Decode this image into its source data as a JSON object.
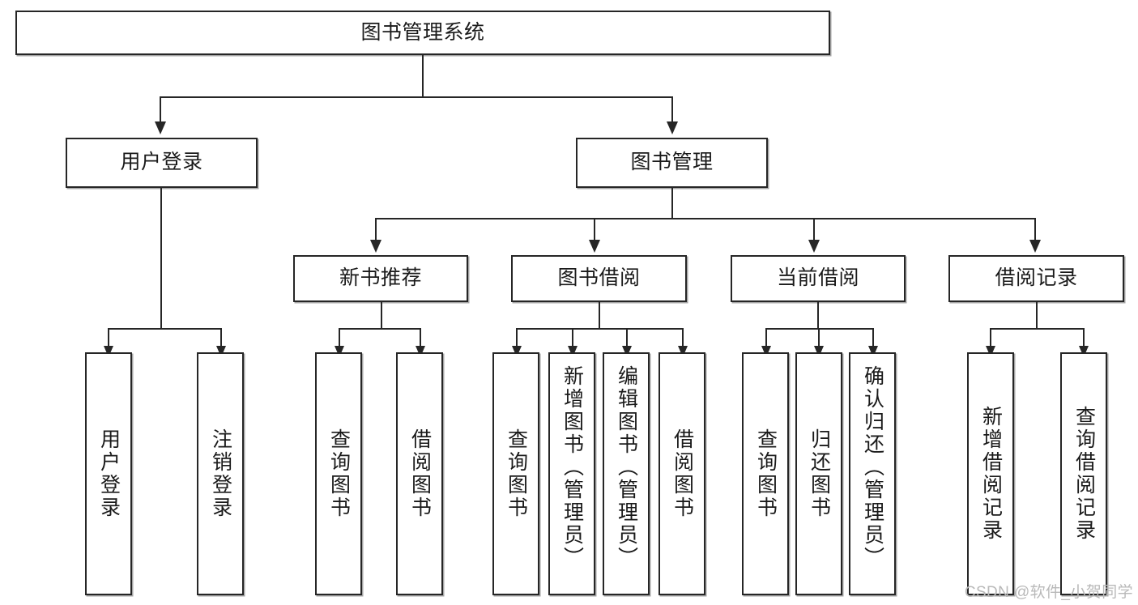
{
  "diagram": {
    "type": "tree",
    "title": "图书管理系统",
    "root": {
      "label": "图书管理系统"
    },
    "level2": [
      {
        "label": "用户登录"
      },
      {
        "label": "图书管理"
      }
    ],
    "level3": [
      {
        "label": "新书推荐"
      },
      {
        "label": "图书借阅"
      },
      {
        "label": "当前借阅"
      },
      {
        "label": "借阅记录"
      }
    ],
    "leaves": {
      "user_login": [
        {
          "label": "用户登录"
        },
        {
          "label": "注销登录"
        }
      ],
      "new_book_recommend": [
        {
          "label": "查询图书"
        },
        {
          "label": "借阅图书"
        }
      ],
      "book_borrow": [
        {
          "label": "查询图书"
        },
        {
          "label": "新增图书（管理员）"
        },
        {
          "label": "编辑图书（管理员）"
        },
        {
          "label": "借阅图书"
        }
      ],
      "current_borrow": [
        {
          "label": "查询图书"
        },
        {
          "label": "归还图书"
        },
        {
          "label": "确认归还（管理员）"
        }
      ],
      "borrow_record": [
        {
          "label": "新增借阅记录"
        },
        {
          "label": "查询借阅记录"
        }
      ]
    }
  },
  "watermark": {
    "text": "CSDN @软件_小贺同学"
  },
  "colors": {
    "stroke": "#262626",
    "background": "#ffffff",
    "watermark": "#b9b9b9"
  }
}
